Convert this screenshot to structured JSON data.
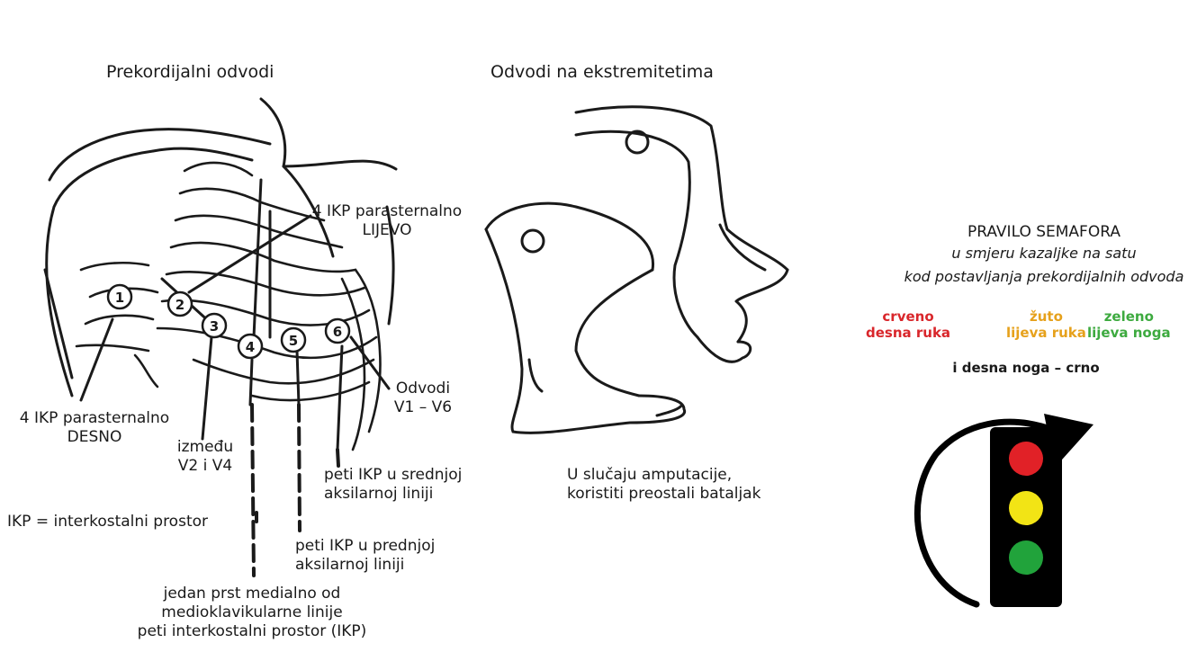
{
  "precordial": {
    "title": "Prekordijalni odvodi",
    "electrodes": [
      "1",
      "2",
      "3",
      "4",
      "5",
      "6"
    ],
    "label_left_title": "4 IKP parasternalno",
    "label_left_value": "LIJEVO",
    "label_right_title": "4 IKP parasternalno",
    "label_right_value": "DESNO",
    "between_1": "između",
    "between_2": "V2 i V4",
    "leads_1": "Odvodi",
    "leads_2": "V1 – V6",
    "mid_axillary_1": "peti IKP u srednjoj",
    "mid_axillary_2": "aksilarnoj liniji",
    "ant_axillary_1": "peti IKP u prednjoj",
    "ant_axillary_2": "aksilarnoj liniji",
    "ikp_def": "IKP = interkostalni prostor",
    "v4_1": "jedan prst medialno od",
    "v4_2": "medioklavikularne linije",
    "v4_3": "peti interkostalni prostor (IKP)"
  },
  "limb": {
    "title": "Odvodi na ekstremitetima",
    "note_1": "U slučaju amputacije,",
    "note_2": "koristiti preostali bataljak"
  },
  "rule": {
    "title": "PRAVILO SEMAFORA",
    "subtitle_1": "u smjeru kazaljke na satu",
    "subtitle_2": "kod postavljanja prekordijalnih odvoda",
    "colors": [
      {
        "color_name": "crveno",
        "limb": "desna ruka",
        "hex": "#d9262b"
      },
      {
        "color_name": "žuto",
        "limb": "lijeva ruka",
        "hex": "#e6a11c"
      },
      {
        "color_name": "zeleno",
        "limb": "lijeva noga",
        "hex": "#3daa3f"
      }
    ],
    "extra": "i desna noga – crno",
    "light_colors": [
      "#e12127",
      "#f2e415",
      "#21a33b"
    ]
  }
}
